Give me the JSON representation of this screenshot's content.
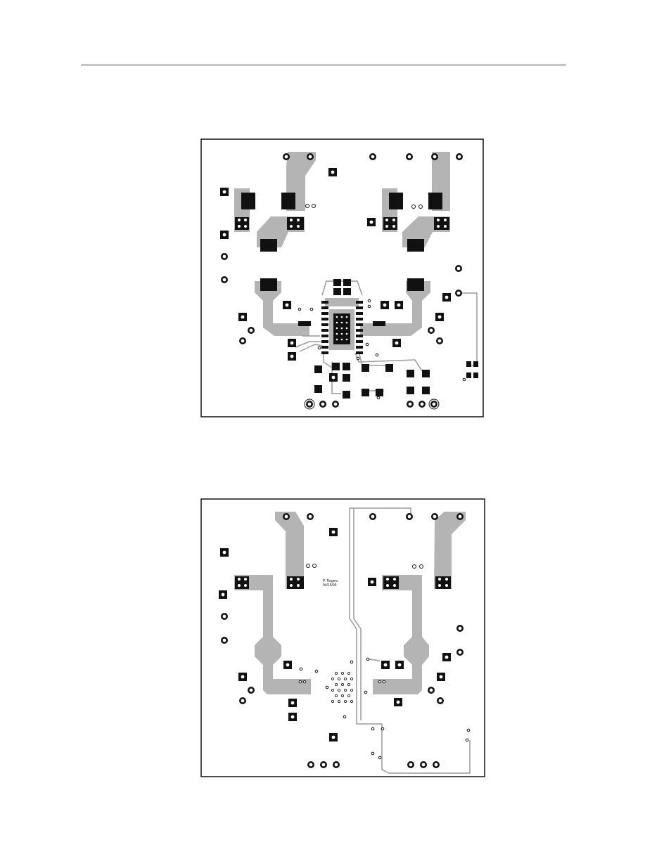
{
  "page": {
    "header_rule": "top-rule"
  },
  "figures": [
    {
      "id": "top-layer",
      "description_visible": ""
    },
    {
      "id": "bottom-layer",
      "description_visible": ""
    }
  ],
  "bottom_layer": {
    "silkscreen": {
      "author": "P. Rogers",
      "date": "04/15/99"
    }
  },
  "colors": {
    "copper": "#b4b4b4",
    "pad": "#111111",
    "background": "#ffffff",
    "rule": "#c4c4c4"
  }
}
